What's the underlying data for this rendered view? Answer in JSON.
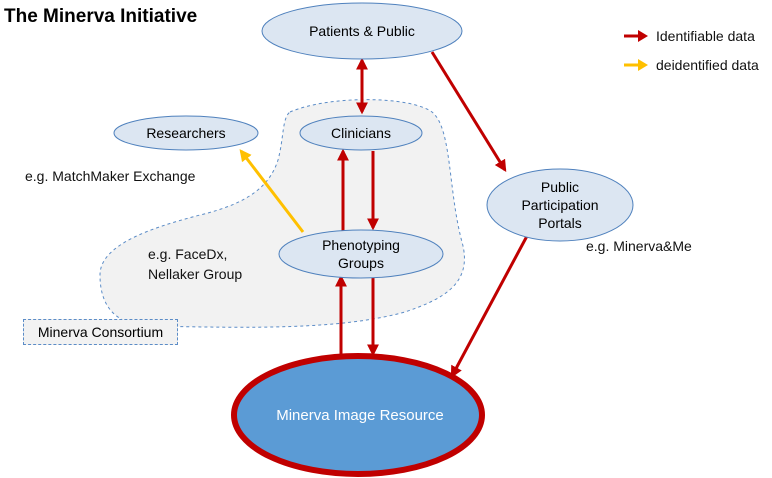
{
  "title": "The Minerva Initiative",
  "legend": {
    "identifiable": {
      "label": "Identifiable data",
      "color": "#c00000"
    },
    "deidentified": {
      "label": "deidentified data",
      "color": "#ffc000"
    }
  },
  "nodes": {
    "patients": "Patients & Public",
    "researchers": "Researchers",
    "clinicians": "Clinicians",
    "phenotyping": "Phenotyping Groups",
    "portals": "Public Participation Portals",
    "resource": "Minerva Image Resource"
  },
  "notes": {
    "matchmaker": "e.g. MatchMaker Exchange",
    "facedx": "e.g. FaceDx,",
    "nellaker": "Nellaker Group",
    "minervame": "e.g. Minerva&Me"
  },
  "consortium": "Minerva Consortium",
  "colors": {
    "node_fill": "#dce6f2",
    "node_stroke": "#4f81bd",
    "resource_fill": "#5b9bd5",
    "resource_stroke": "#c00000",
    "consortium_fill": "#f2f2f2"
  }
}
